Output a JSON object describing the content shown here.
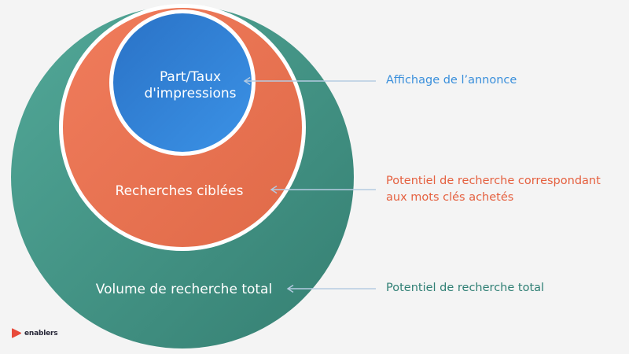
{
  "circles": {
    "outer": {
      "label": "Volume de recherche total",
      "color_light": "#52a898",
      "color_dark": "#357f72"
    },
    "middle": {
      "label": "Recherches ciblées",
      "color_light": "#f07c5c",
      "color_dark": "#e06a48"
    },
    "inner": {
      "label_line1": "Part/Taux",
      "label_line2": "d'impressions",
      "color_light": "#2a72c6",
      "color_dark": "#3b92e6"
    }
  },
  "annotations": [
    {
      "text": "Affichage de l’annonce",
      "color": "#3a8fdb"
    },
    {
      "line1": "Potentiel de recherche correspondant",
      "line2": "aux mots clés achetés",
      "color": "#e5603f"
    },
    {
      "text": "Potentiel de recherche total",
      "color": "#2f7f74"
    }
  ],
  "arrow_color": "#b5cbe2",
  "logo": {
    "text": "enablers",
    "icon": "play-icon",
    "icon_color": "#e84a3a"
  }
}
